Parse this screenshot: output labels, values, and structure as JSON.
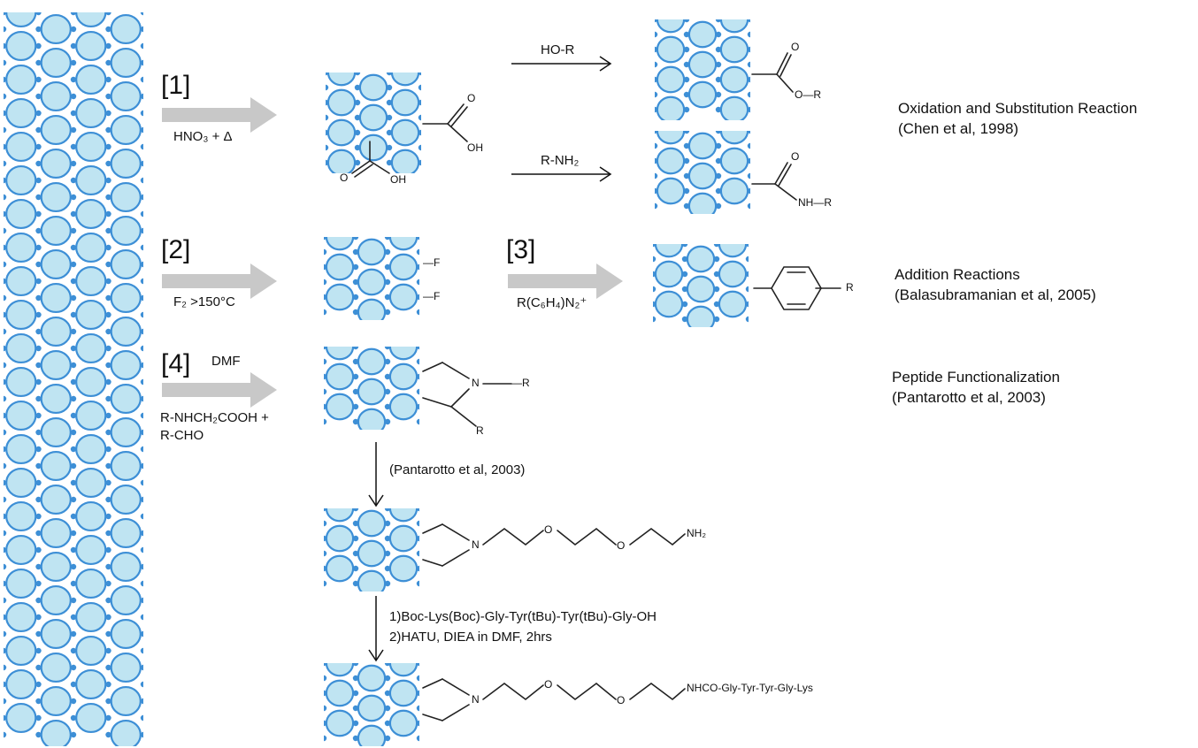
{
  "steps": {
    "s1": "[1]",
    "s2": "[2]",
    "s3": "[3]",
    "s4": "[4]"
  },
  "reagents": {
    "r1": "HNO₃ + Δ",
    "r2": "F₂ >150°C",
    "r3": "R(C₆H₄)N₂⁺",
    "r4_solvent": "DMF",
    "r4_line1": "R-NHCH₂COOH +",
    "r4_line2": "R-CHO",
    "r_hor": "HO-R",
    "r_amine": "R-NH₂",
    "down1": "(Pantarotto et al, 2003)",
    "down2_line1": "1)Boc-Lys(Boc)-Gly-Tyr(tBu)-Tyr(tBu)-Gly-OH",
    "down2_line2": "2)HATU, DIEA in DMF, 2hrs"
  },
  "groups": {
    "o1": "O",
    "oh1": "OH",
    "o2": "O",
    "oh2": "OH",
    "ester_o": "O",
    "ester_or": "O—R",
    "amide_o": "O",
    "amide_nhr": "NH—R",
    "f1": "—F",
    "f2": "—F",
    "aryl_r": "R",
    "pyr_n": "N",
    "pyr_r1": "—R",
    "pyr_r2": "R",
    "peg1_n": "N",
    "peg1_o1": "O",
    "peg1_o2": "O",
    "peg1_end": "NH₂",
    "peg2_n": "N",
    "peg2_o1": "O",
    "peg2_o2": "O",
    "peg2_end": "NHCO-Gly-Tyr-Tyr-Gly-Lys"
  },
  "labels": {
    "ox_title": "Oxidation and Substitution Reaction",
    "ox_ref": "(Chen et al, 1998)",
    "add_title": "Addition Reactions",
    "add_ref": "(Balasubramanian et al, 2005)",
    "pep_title": "Peptide Functionalization",
    "pep_ref": "(Pantarotto et al, 2003)"
  },
  "colors": {
    "tube_atom": "#3d8fd6",
    "tube_ring": "#bfe4f2",
    "arrow_gray": "#c8c8c8"
  },
  "icons": {
    "nanotube": "carbon-nanotube-icon",
    "fragment": "nanotube-fragment-icon"
  }
}
